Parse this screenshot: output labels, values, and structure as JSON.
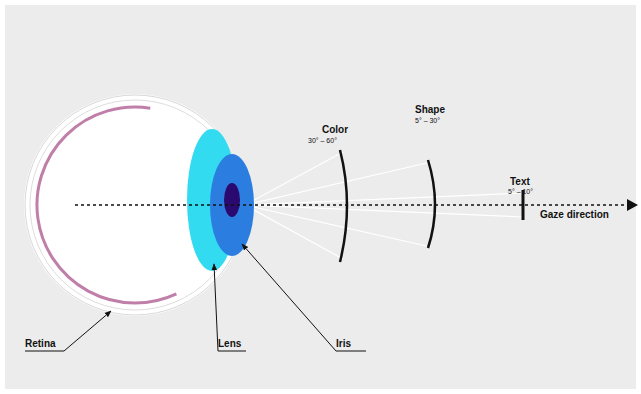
{
  "diagram": {
    "labels": [
      "Color",
      "30° – 60°",
      "Shape",
      "5° – 30°",
      "Text",
      "5° – 10°",
      "Gaze direction",
      "Retina",
      "Lens",
      "Iris"
    ]
  }
}
